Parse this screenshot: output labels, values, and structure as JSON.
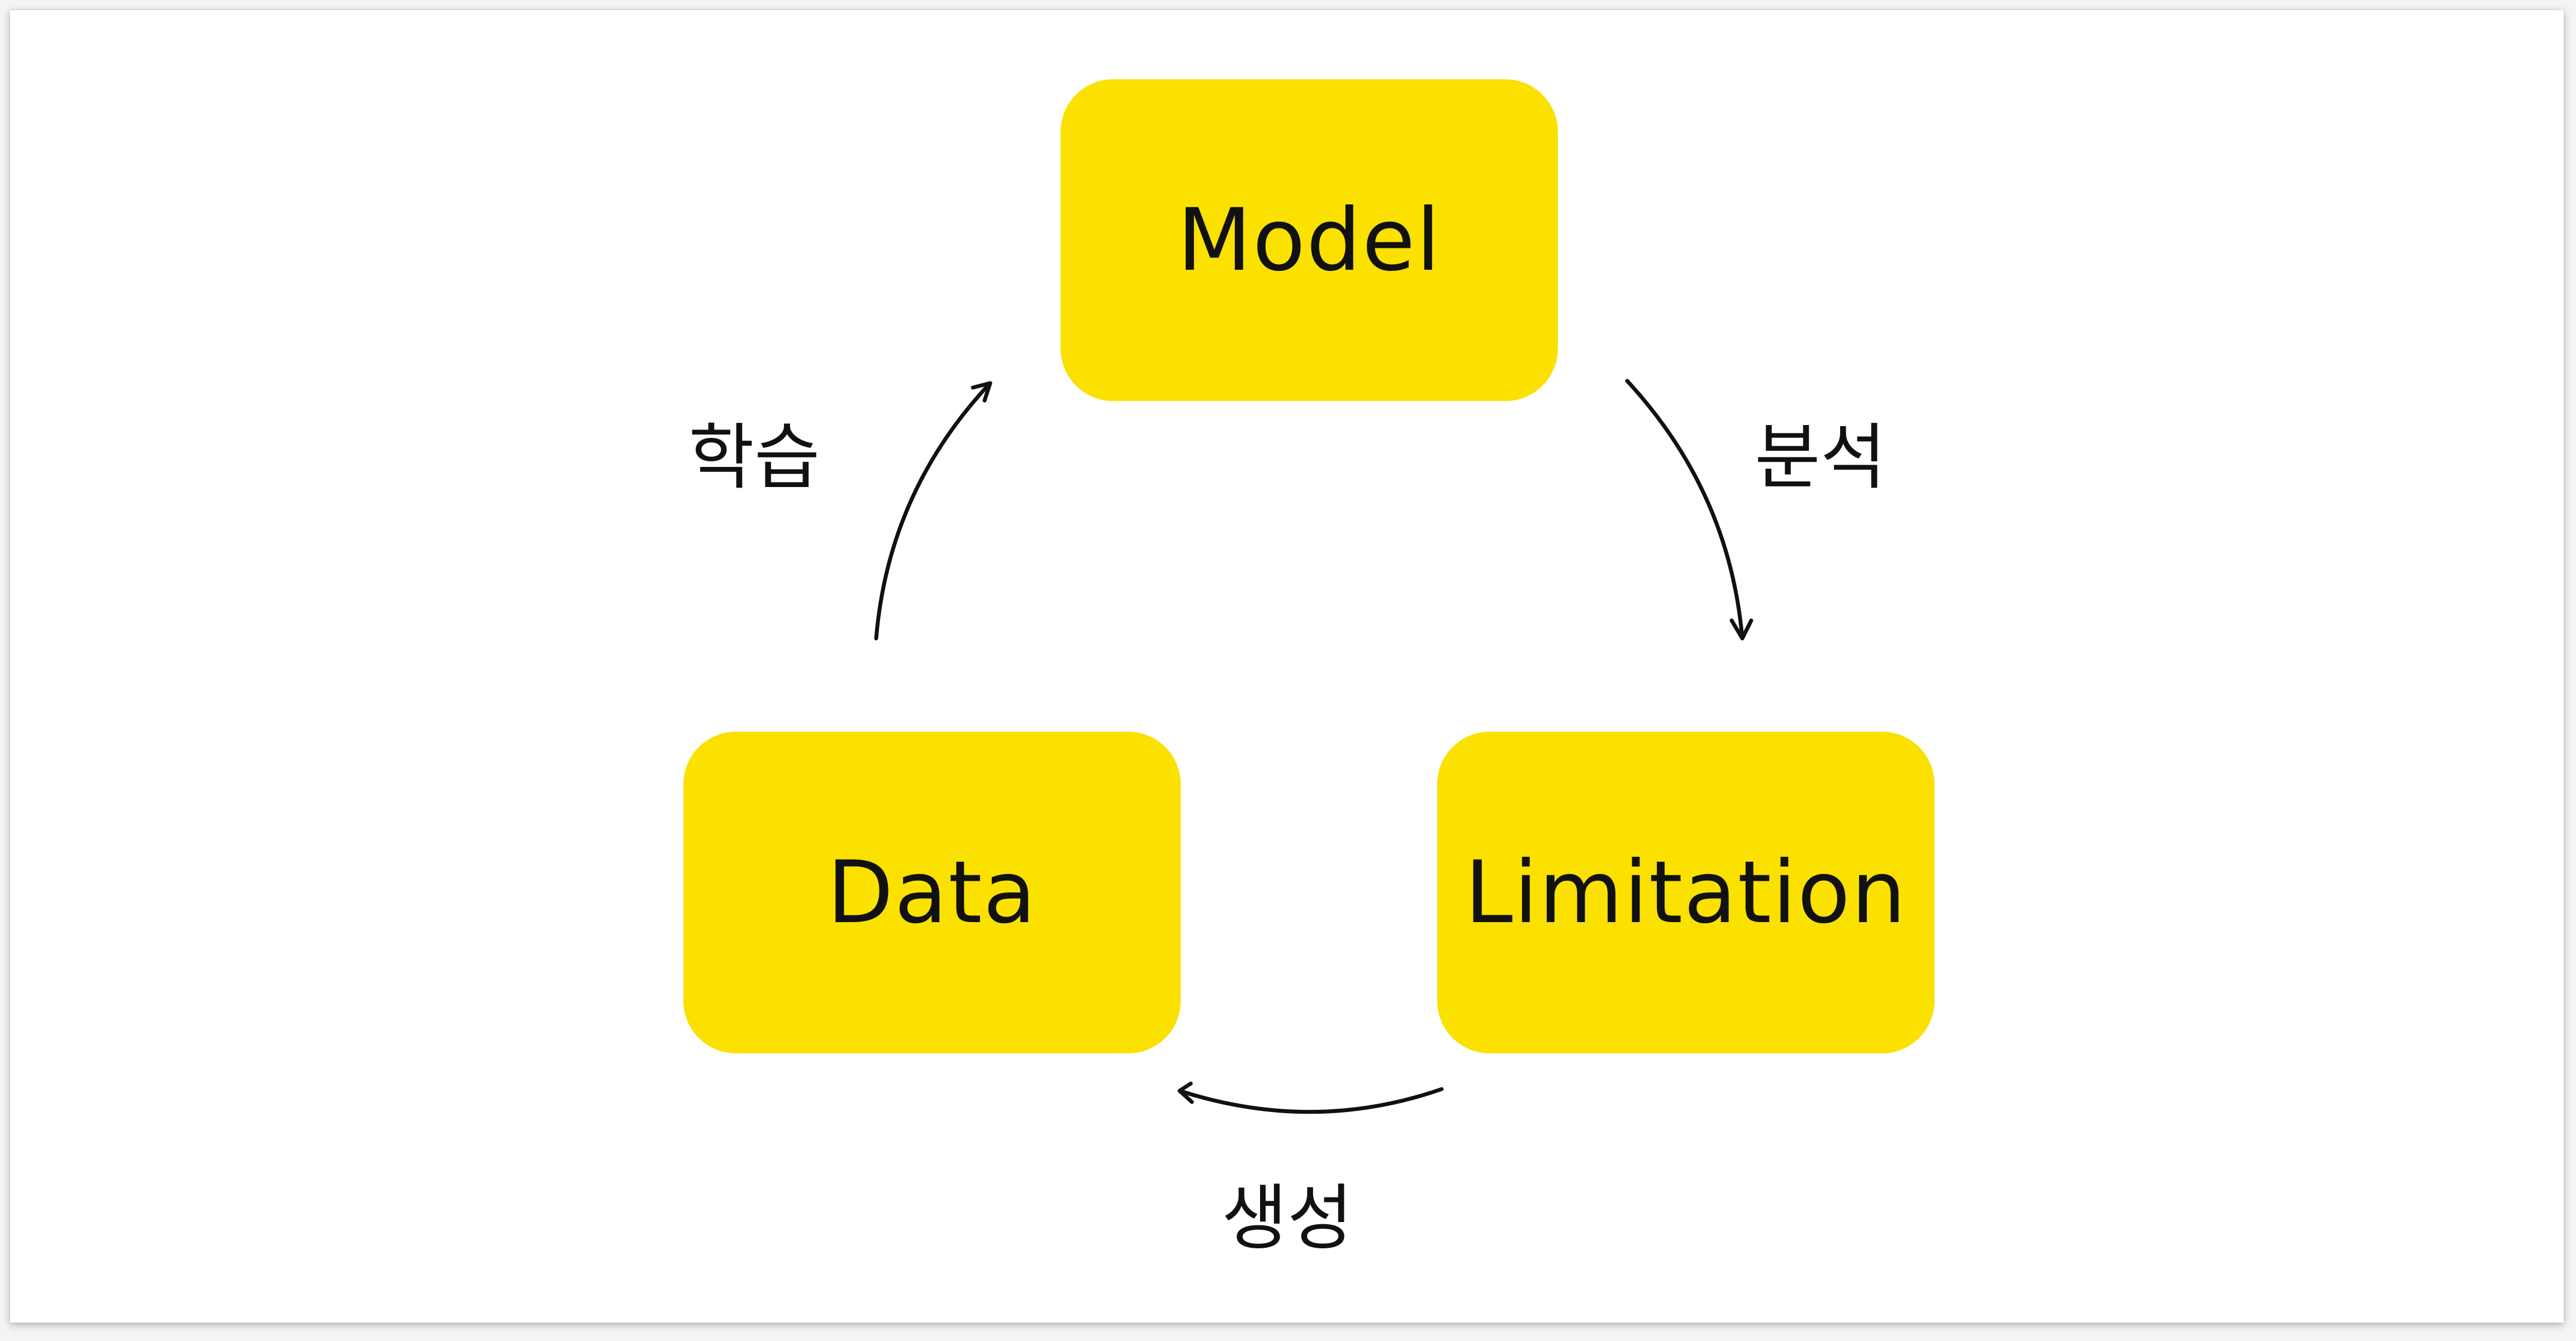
{
  "diagram": {
    "nodes": {
      "model": "Model",
      "data": "Data",
      "limitation": "Limitation"
    },
    "edges": {
      "data_to_model": "학습",
      "model_to_limitation": "분석",
      "limitation_to_data": "생성"
    }
  },
  "colors": {
    "node_fill": "#FAE100",
    "text": "#111111",
    "arrow": "#111111",
    "background": "#FFFFFF"
  }
}
